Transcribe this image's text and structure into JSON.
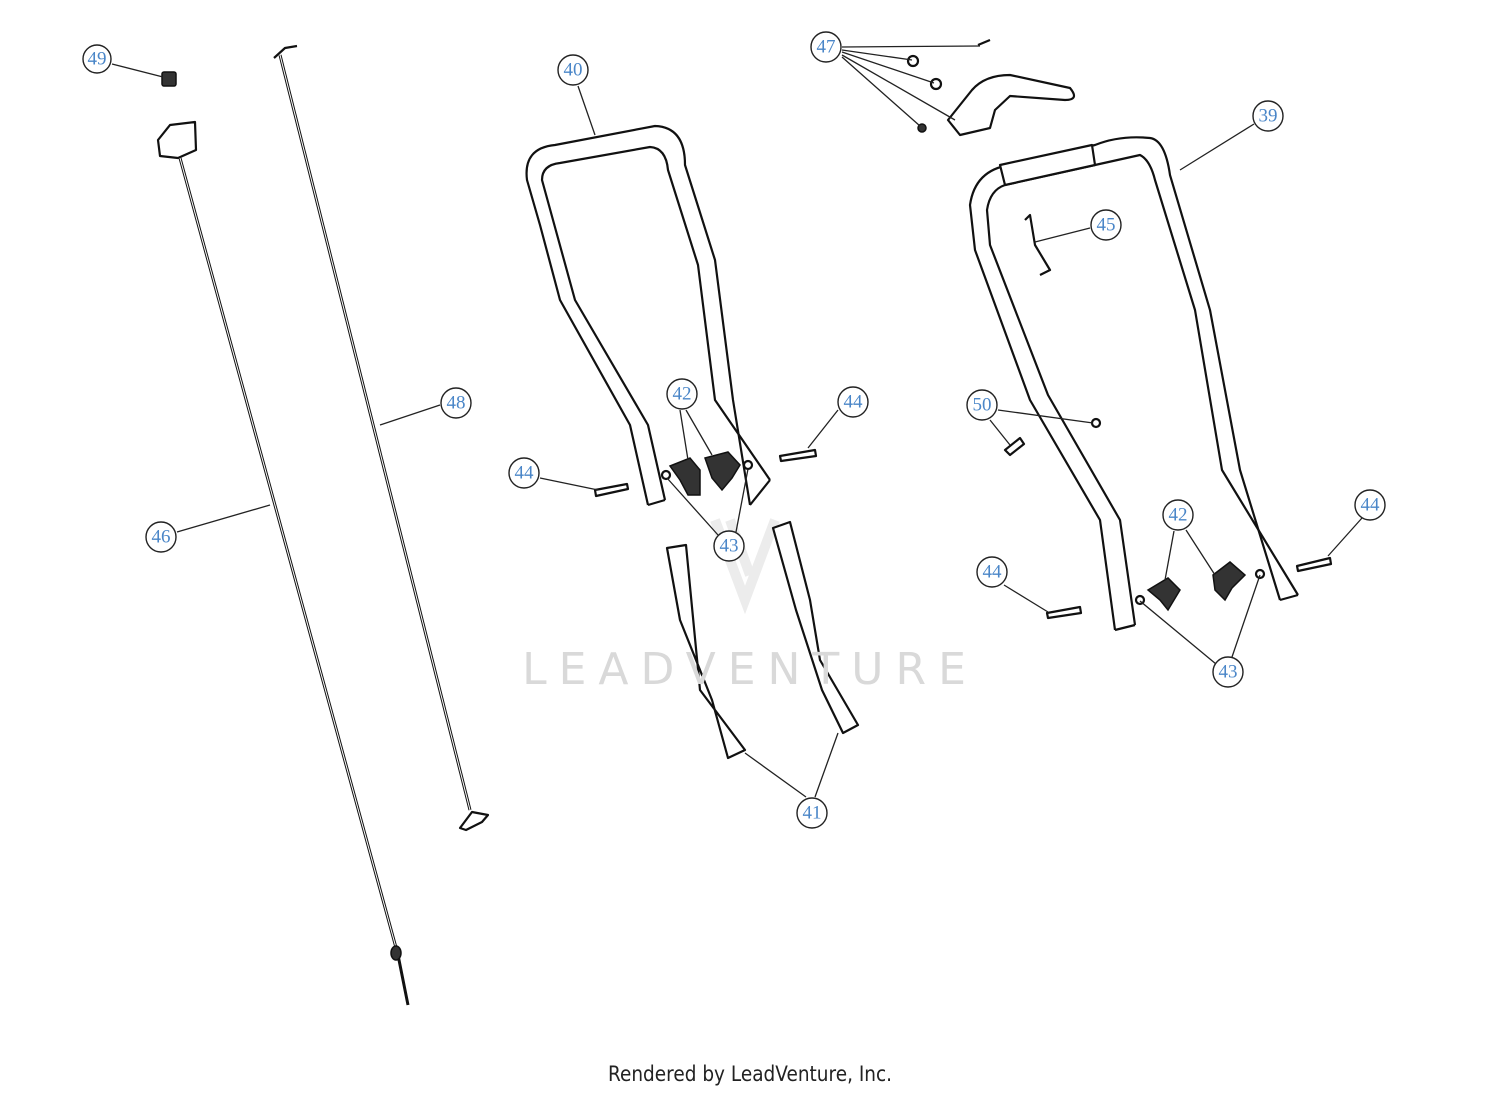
{
  "diagram": {
    "watermark": "LEADVENTURE",
    "footer": "Rendered by LeadVenture, Inc.",
    "callouts": {
      "c49": "49",
      "c40": "40",
      "c47": "47",
      "c39": "39",
      "c45": "45",
      "c48": "48",
      "c42a": "42",
      "c44a": "44",
      "c44b": "44",
      "c43a": "43",
      "c46": "46",
      "c50": "50",
      "c42b": "42",
      "c44c": "44",
      "c44d": "44",
      "c43b": "43",
      "c41": "41"
    },
    "colors": {
      "callout_text": "#4a86c8",
      "line": "#111111"
    }
  }
}
